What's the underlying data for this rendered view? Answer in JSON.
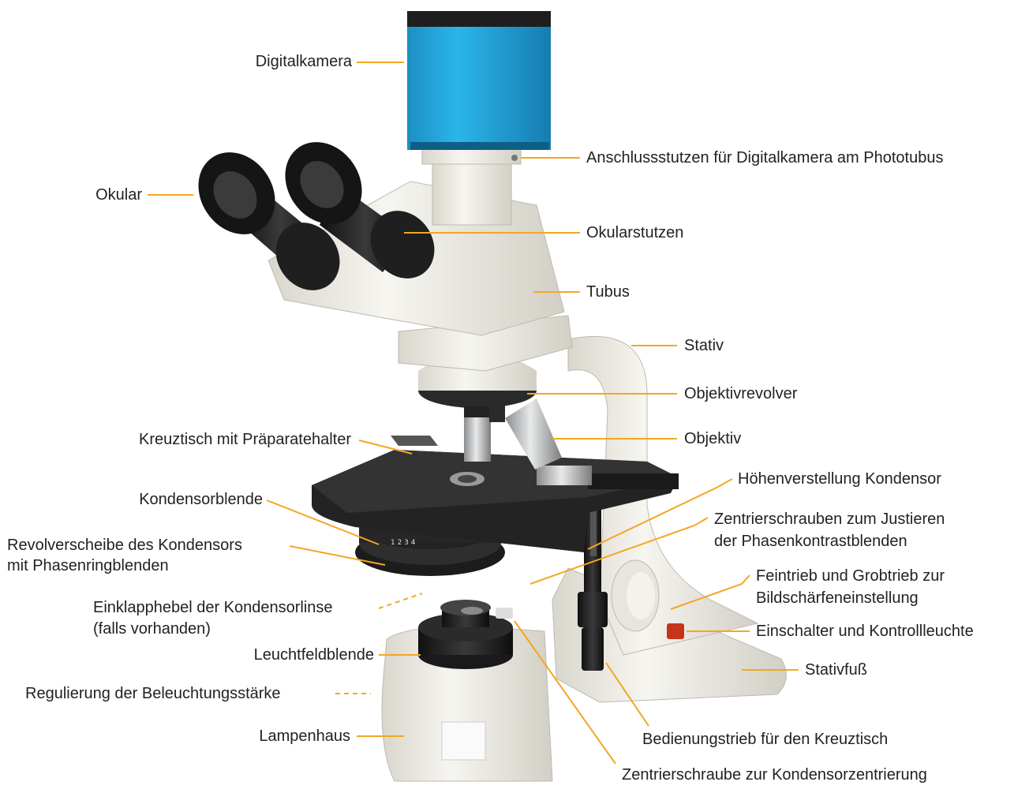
{
  "colors": {
    "leader": "#F5A623",
    "camera": "#1AA6DE",
    "body": "#EFEDE6",
    "black": "#1A1A1A",
    "text": "#222222"
  },
  "labels": {
    "digitalkamera": "Digitalkamera",
    "anschlussstutzen": "Anschlussstutzen für Digitalkamera am Phototubus",
    "okular": "Okular",
    "okularstutzen": "Okularstutzen",
    "tubus": "Tubus",
    "stativ": "Stativ",
    "objektivrevolver": "Objektivrevolver",
    "objektiv": "Objektiv",
    "kreuztisch": "Kreuztisch mit Präparatehalter",
    "hoehenverstellung": "Höhenverstellung Kondensor",
    "kondensorblende": "Kondensorblende",
    "zentrierschrauben_1": "Zentrierschrauben zum Justieren",
    "zentrierschrauben_2": "der Phasenkontrastblenden",
    "revolverscheibe_1": "Revolverscheibe des Kondensors",
    "revolverscheibe_2": "mit Phasenringblenden",
    "feintrieb_1": "Feintrieb und Grobtrieb zur",
    "feintrieb_2": "Bildschärfeneinstellung",
    "einklapphebel_1": "Einklapphebel der Kondensorlinse",
    "einklapphebel_2": "(falls vorhanden)",
    "einschalter": "Einschalter und Kontrollleuchte",
    "leuchtfeldblende": "Leuchtfeldblende",
    "stativfuss": "Stativfuß",
    "regulierung": "Regulierung der Beleuchtungsstärke",
    "lampenhaus": "Lampenhaus",
    "bedienungstrieb": "Bedienungstrieb für den Kreuztisch",
    "zentrierschraube": "Zentrierschraube zur Kondensorzentrierung"
  }
}
